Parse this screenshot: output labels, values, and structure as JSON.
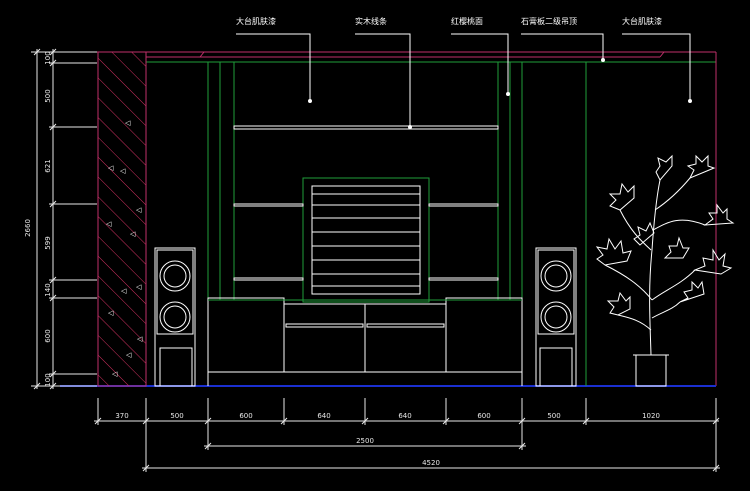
{
  "callouts": [
    "大台肌肤漆",
    "实木线条",
    "红樱桃面",
    "石膏板二级吊顶",
    "大台肌肤漆"
  ],
  "dims": {
    "height_total": "2660",
    "heights": [
      "100",
      "500",
      "621",
      "599",
      "140",
      "600",
      "100"
    ],
    "widths": [
      "370",
      "500",
      "600",
      "640",
      "640",
      "600",
      "500",
      "1020"
    ],
    "sub_total": "2500",
    "total": "4520"
  },
  "colors": {
    "background": "#000000",
    "line": "#ffffff",
    "green": "#1f9e3a",
    "red": "#c0306a",
    "blue": "#1a2fd0",
    "hatch": "#d03060",
    "dim": "#e8e8e8"
  }
}
